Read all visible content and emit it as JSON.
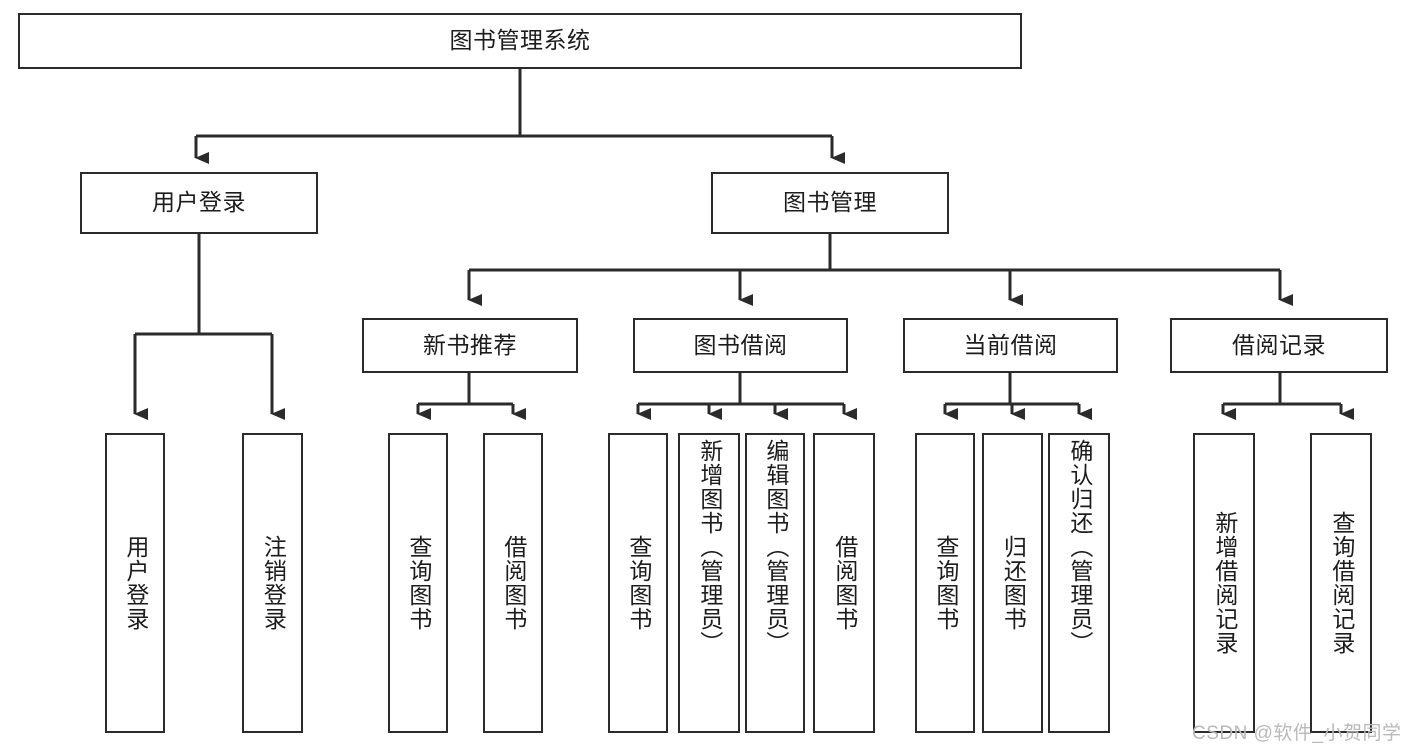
{
  "diagram": {
    "title": "图书管理系统",
    "type": "tree-hierarchy-diagram",
    "colors": {
      "stroke": "#2b2b2b",
      "text": "#1c1c1c",
      "background": "#ffffff",
      "watermark": "#b9b9b9"
    },
    "root": {
      "label": "图书管理系统"
    },
    "level2": [
      {
        "label": "用户登录"
      },
      {
        "label": "图书管理"
      }
    ],
    "level3": [
      {
        "label": "新书推荐"
      },
      {
        "label": "图书借阅"
      },
      {
        "label": "当前借阅"
      },
      {
        "label": "借阅记录"
      }
    ],
    "leaves": {
      "user_login": [
        {
          "label": "用户登录"
        },
        {
          "label": "注销登录"
        }
      ],
      "new_book_recommend": [
        {
          "label": "查询图书"
        },
        {
          "label": "借阅图书"
        }
      ],
      "book_borrow": [
        {
          "label": "查询图书"
        },
        {
          "label": "新增图书（管理员）"
        },
        {
          "label": "编辑图书（管理员）"
        },
        {
          "label": "借阅图书"
        }
      ],
      "current_borrow": [
        {
          "label": "查询图书"
        },
        {
          "label": "归还图书"
        },
        {
          "label": "确认归还（管理员）"
        }
      ],
      "borrow_record": [
        {
          "label": "新增借阅记录"
        },
        {
          "label": "查询借阅记录"
        }
      ]
    },
    "watermark": "CSDN @软件_小贺同学"
  }
}
